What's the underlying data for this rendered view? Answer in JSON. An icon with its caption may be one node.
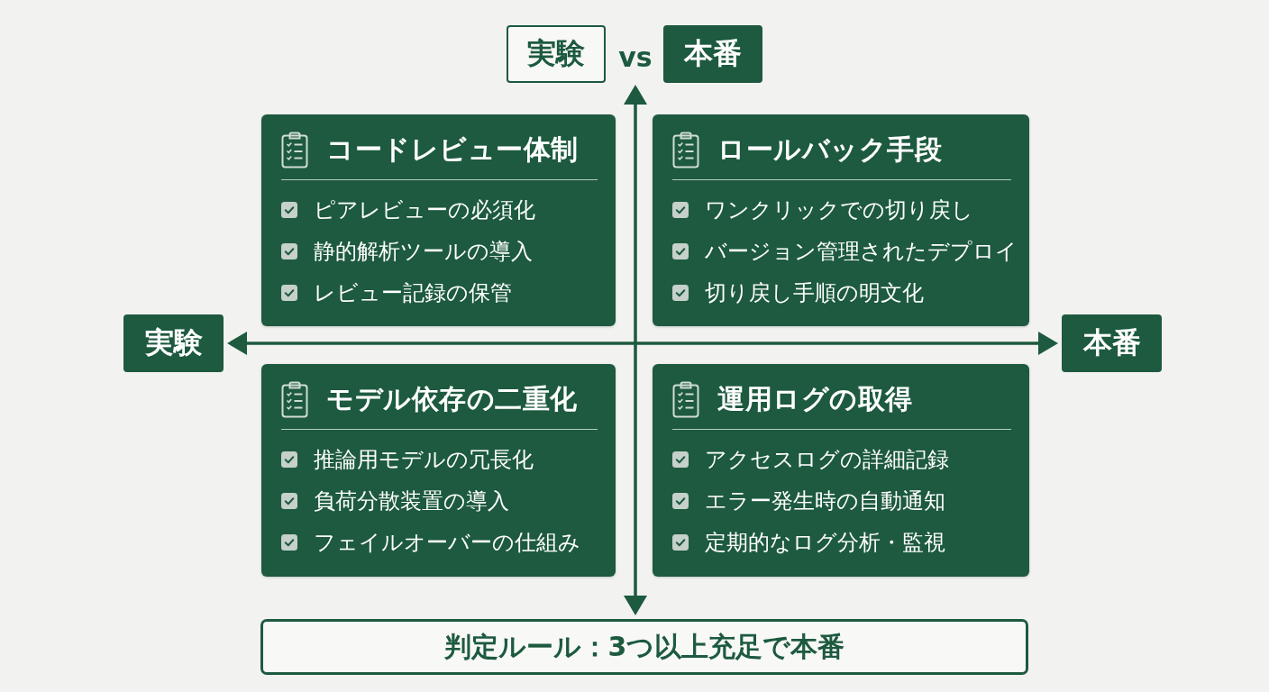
{
  "diagram": {
    "nodes": [
      {
        "text": [
          "実験"
        ]
      },
      {
        "text": [
          "vs"
        ]
      },
      {
        "text": [
          "本番"
        ]
      },
      {
        "text": [
          "コードレビュー体制",
          "ピアレビューの必須化",
          "静的解析ツールの導入",
          "レビュー記録の保管"
        ]
      },
      {
        "text": [
          "ロールバック手段",
          "ワンクリックでの切り戻し",
          "バージョン管理されたデプロイ",
          "切り戻し手順の明文化"
        ]
      },
      {
        "text": [
          "実験"
        ]
      },
      {
        "text": [
          "本番"
        ]
      },
      {
        "text": [
          "モデル依存の二重化",
          "推論用モデルの冗長化",
          "負荷分散装置の導入",
          "フェイルオーバーの仕組み"
        ]
      },
      {
        "text": [
          "運用ログの取得",
          "アクセスログの詳細記録",
          "エラー発生時の自動通知",
          "定期的なログ分析・監視"
        ]
      },
      {
        "text": [
          "判定ルール：3つ以上充足で本番"
        ]
      }
    ],
    "edges": [
      {
        "from": 5,
        "to": 6,
        "arrow": "both"
      },
      {
        "from": 1,
        "to": 9,
        "arrow": "both"
      }
    ]
  }
}
